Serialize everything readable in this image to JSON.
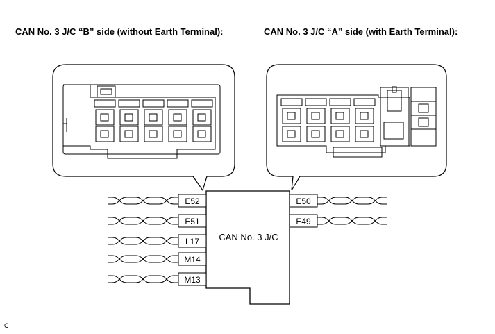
{
  "headers": {
    "left": "CAN No. 3 J/C “B” side (without Earth Terminal):",
    "right": "CAN No. 3 J/C “A” side (with Earth Terminal):"
  },
  "junction": {
    "label": "CAN No. 3 J/C"
  },
  "left_connectors": [
    "E52",
    "E51",
    "L17",
    "M14",
    "M13"
  ],
  "right_connectors": [
    "E50",
    "E49"
  ],
  "footer": "C"
}
